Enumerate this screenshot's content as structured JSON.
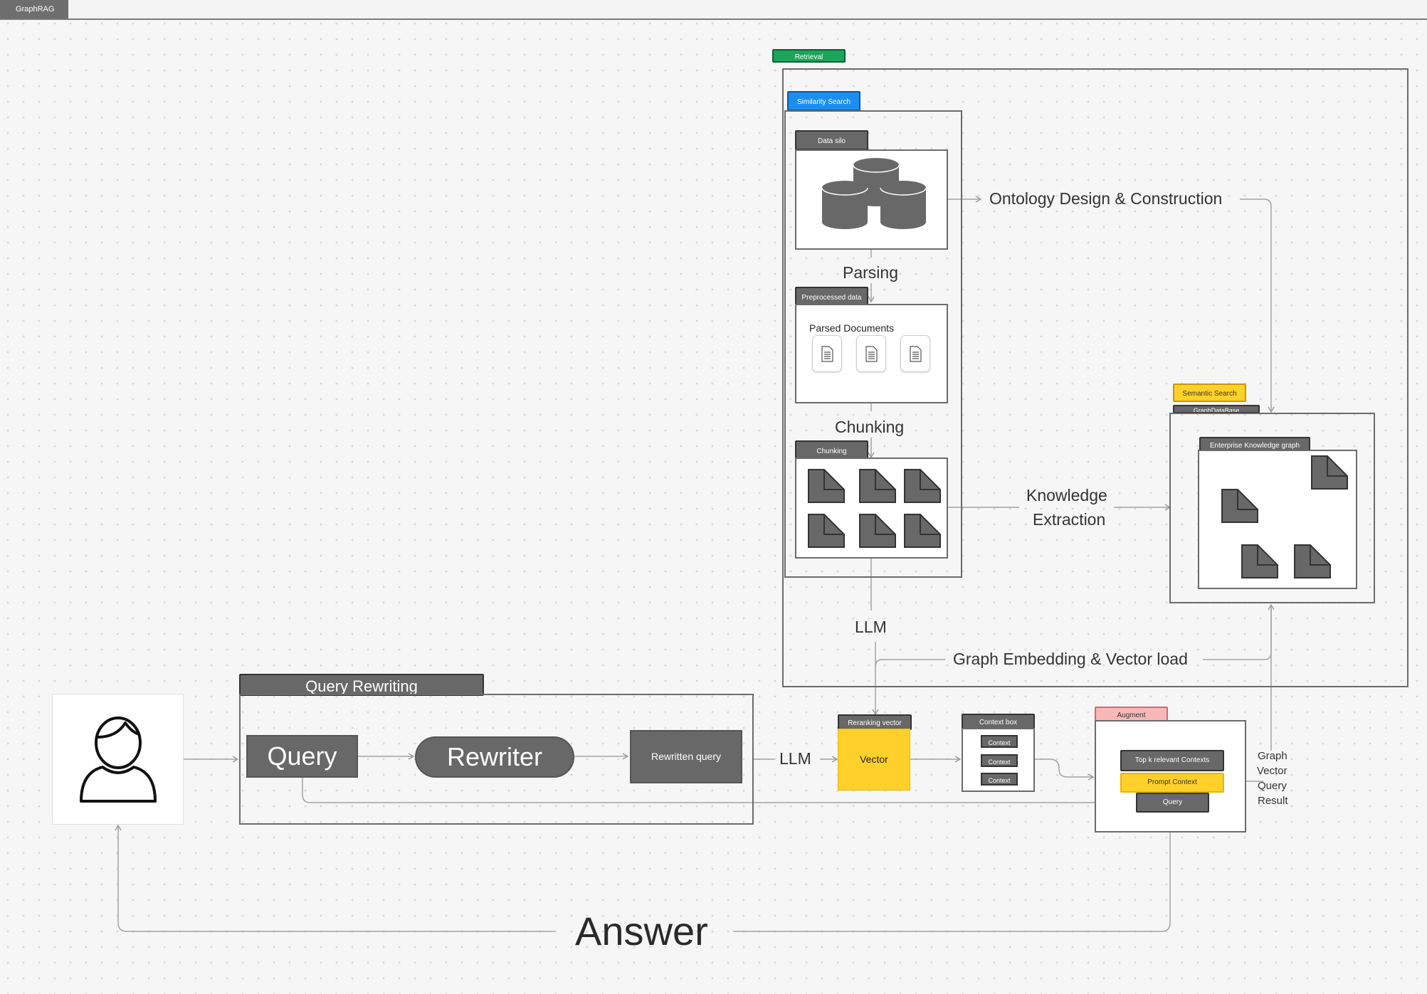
{
  "page_tab": "GraphRAG",
  "retrieval": {
    "label": "Retrieval"
  },
  "similarity_search": {
    "label": "Similarity Search"
  },
  "data_silo": {
    "label": "Data silo"
  },
  "steps": {
    "parsing": "Parsing",
    "chunking": "Chunking",
    "llm_top": "LLM",
    "llm_bottom": "LLM"
  },
  "preprocessed": {
    "label": "Preprocessed data",
    "title": "Parsed Documents"
  },
  "chunking_box": {
    "label": "Chunking"
  },
  "flows": {
    "ontology": "Ontology Design & Construction",
    "knowledge_line1": "Knowledge",
    "knowledge_line2": "Extraction",
    "graph_embedding": "Graph Embedding & Vector load",
    "answer": "Answer",
    "graph_result": [
      "Graph",
      "Vector",
      "Query",
      "Result"
    ]
  },
  "semantic_search": {
    "label": "Semantic Search",
    "db_label": "GraphDataBase",
    "kg_label": "Enterprise Knowledge graph"
  },
  "query_rewriting": {
    "title": "Query Rewriting",
    "query": "Query",
    "rewriter": "Rewriter",
    "rewritten": "Rewritten query"
  },
  "reranking": {
    "label": "Reranking vector",
    "vector": "Vector"
  },
  "context_box": {
    "label": "Context box",
    "items": [
      "Context",
      "Context",
      "Context"
    ]
  },
  "augment": {
    "label": "Augment",
    "top_k": "Top k relevant Contexts",
    "prompt": "Prompt Context",
    "query": "Query"
  },
  "colors": {
    "green": "#1aa55a",
    "blue": "#1b8ff0",
    "yellow": "#ffd02a",
    "pink": "#f9b8b8",
    "gray": "#686868"
  },
  "icons": {
    "user": "user-icon",
    "database": "database-icon",
    "document": "document-icon",
    "chunk": "chunk-icon"
  }
}
